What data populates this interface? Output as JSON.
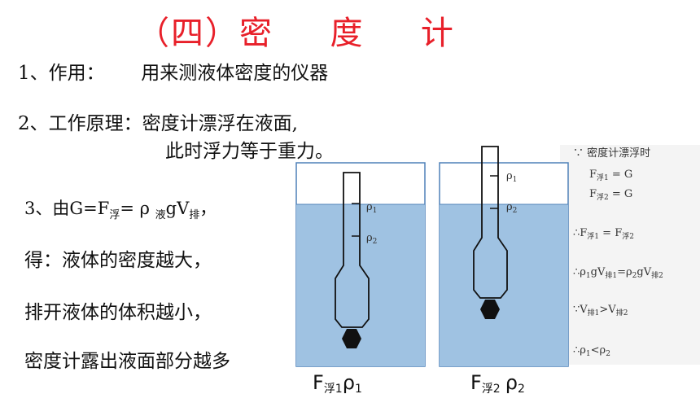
{
  "title": {
    "part1": "（四）密",
    "part2": "度",
    "part3": "计"
  },
  "items": {
    "usage_label": "1、作用：",
    "usage_text": "用来测液体密度的仪器",
    "principle_label": "2、工作原理：",
    "principle_text1": "密度计漂浮在液面,",
    "principle_text2": "此时浮力等于重力。",
    "formula_prefix": "3、由G=F",
    "formula_sub1": "浮",
    "formula_mid": "= ρ ",
    "formula_sub2": "液",
    "formula_g": "gV",
    "formula_sub3": "排",
    "formula_end": "，",
    "conclusion1": "得：液体的密度越大，",
    "conclusion2": "排开液体的体积越小，",
    "conclusion3": "密度计露出液面部分越多"
  },
  "figure": {
    "left_rho1": "ρ",
    "left_rho1_sub": "1",
    "left_rho2": "ρ",
    "left_rho2_sub": "2",
    "right_rho1": "ρ",
    "right_rho1_sub": "1",
    "right_rho2": "ρ",
    "right_rho2_sub": "2",
    "caption_left_F": "F",
    "caption_left_sub": "浮1",
    "caption_left_rho": "ρ",
    "caption_left_rho_sub": "1",
    "caption_right_F": "F",
    "caption_right_sub": "浮2",
    "caption_right_rho": "ρ",
    "caption_right_rho_sub": "2"
  },
  "reasoning": {
    "because1": "∵ 密度计漂浮时",
    "eq1_F": "F",
    "eq1_sub": "浮1",
    "eq1_rhs": " = G",
    "eq2_F": "F",
    "eq2_sub": "浮2",
    "eq2_rhs": " = G",
    "therefore1_a": "∴F",
    "therefore1_sub1": "浮1",
    "therefore1_b": " = F",
    "therefore1_sub2": "浮2",
    "therefore2_a": "∴ρ",
    "therefore2_s1": "1",
    "therefore2_b": "gV",
    "therefore2_s2": "排1",
    "therefore2_c": "=ρ",
    "therefore2_s3": "2",
    "therefore2_d": "gV",
    "therefore2_s4": "排2",
    "because2_a": "∵V",
    "because2_s1": "排1",
    "because2_b": ">V",
    "because2_s2": "排2",
    "therefore3_a": "∴ρ",
    "therefore3_s1": "1",
    "therefore3_b": "<ρ",
    "therefore3_s2": "2"
  },
  "colors": {
    "title": "#e8202a",
    "liquid": "#9fc2e2",
    "beaker": "#4f81b8"
  }
}
